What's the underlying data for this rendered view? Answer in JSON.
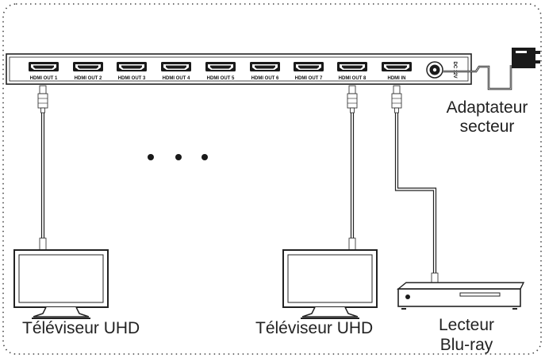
{
  "splitter": {
    "ports": [
      {
        "label": "HDMI OUT 1"
      },
      {
        "label": "HDMI OUT 2"
      },
      {
        "label": "HDMI OUT 3"
      },
      {
        "label": "HDMI OUT 4"
      },
      {
        "label": "HDMI OUT 5"
      },
      {
        "label": "HDMI OUT 6"
      },
      {
        "label": "HDMI OUT 7"
      },
      {
        "label": "HDMI OUT 8"
      },
      {
        "label": "HDMI IN"
      }
    ],
    "dc_label": "DC 12V"
  },
  "captions": {
    "adapter_line1": "Adaptateur",
    "adapter_line2": "secteur",
    "tv1": "Téléviseur UHD",
    "tv2": "Téléviseur UHD",
    "bluray_line1": "Lecteur",
    "bluray_line2": "Blu-ray"
  },
  "ellipsis": "• • •",
  "icons": {
    "tv": "tv-icon",
    "bluray": "bluray-player-icon",
    "adapter": "power-adapter-icon",
    "hdmi_port": "hdmi-port-icon"
  }
}
